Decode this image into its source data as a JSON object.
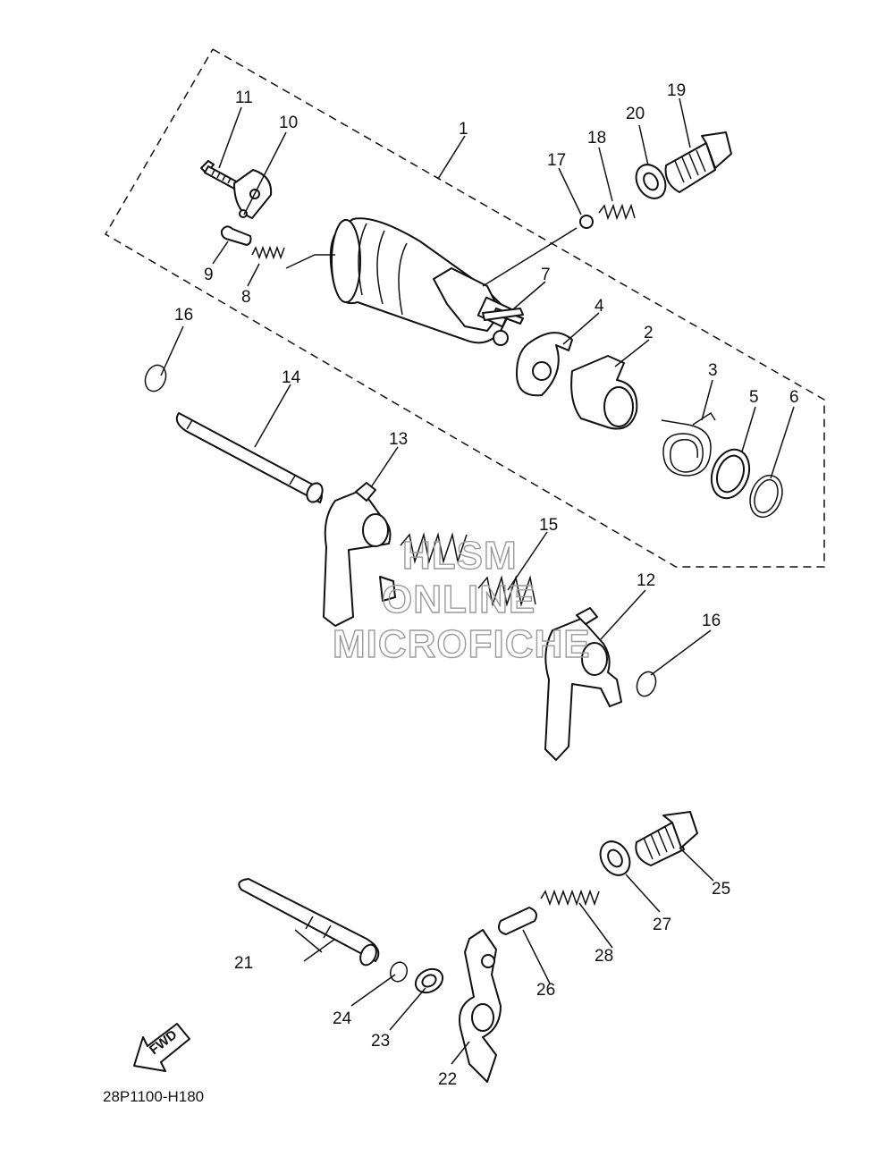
{
  "diagram": {
    "code": "28P1100-H180",
    "watermark": [
      "HLSM",
      "ONLINE",
      "MICROFICHE"
    ],
    "fwd_label": "FWD",
    "callouts": [
      "1",
      "2",
      "3",
      "4",
      "5",
      "6",
      "7",
      "8",
      "9",
      "10",
      "11",
      "12",
      "13",
      "14",
      "15",
      "16",
      "16",
      "17",
      "18",
      "19",
      "20",
      "21",
      "22",
      "23",
      "24",
      "25",
      "26",
      "27",
      "28"
    ]
  }
}
